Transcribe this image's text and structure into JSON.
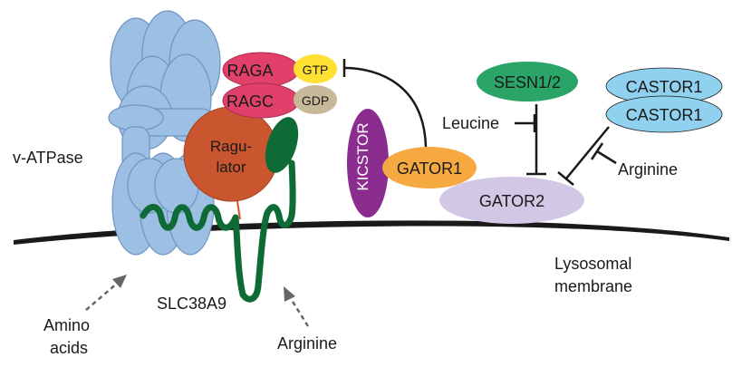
{
  "labels": {
    "v_atpase": "v-ATPase",
    "raga": "RAGA",
    "ragc": "RAGC",
    "gtp": "GTP",
    "gdp": "GDP",
    "ragulator_line1": "Ragu-",
    "ragulator_line2": "lator",
    "kicstor": "KICSTOR",
    "gator1": "GATOR1",
    "gator2": "GATOR2",
    "sesn": "SESN1/2",
    "castor_1": "CASTOR1",
    "castor_2": "CASTOR1",
    "leucine": "Leucine",
    "arginine_right": "Arginine",
    "slc38a9": "SLC38A9",
    "amino_line1": "Amino",
    "amino_line2": "acids",
    "arginine_bottom": "Arginine",
    "lysosomal_line1": "Lysosomal",
    "lysosomal_line2": "membrane"
  },
  "colors": {
    "v_atpase": "#9dbfe3",
    "v_atpase_stroke": "#6f94c4",
    "raga": "#e0406a",
    "ragc": "#e0406a",
    "gtp": "#ffe033",
    "gdp": "#c8b89a",
    "ragulator": "#c9562e",
    "slc38a9": "#0e6b35",
    "kicstor": "#8b2c8f",
    "gator1": "#f6a941",
    "gator2": "#d3c7e6",
    "sesn": "#2aa567",
    "castor": "#8fd1ef",
    "membrane": "#1a1a1a",
    "inhibition": "#1a1a1a",
    "arrow": "#666666"
  }
}
